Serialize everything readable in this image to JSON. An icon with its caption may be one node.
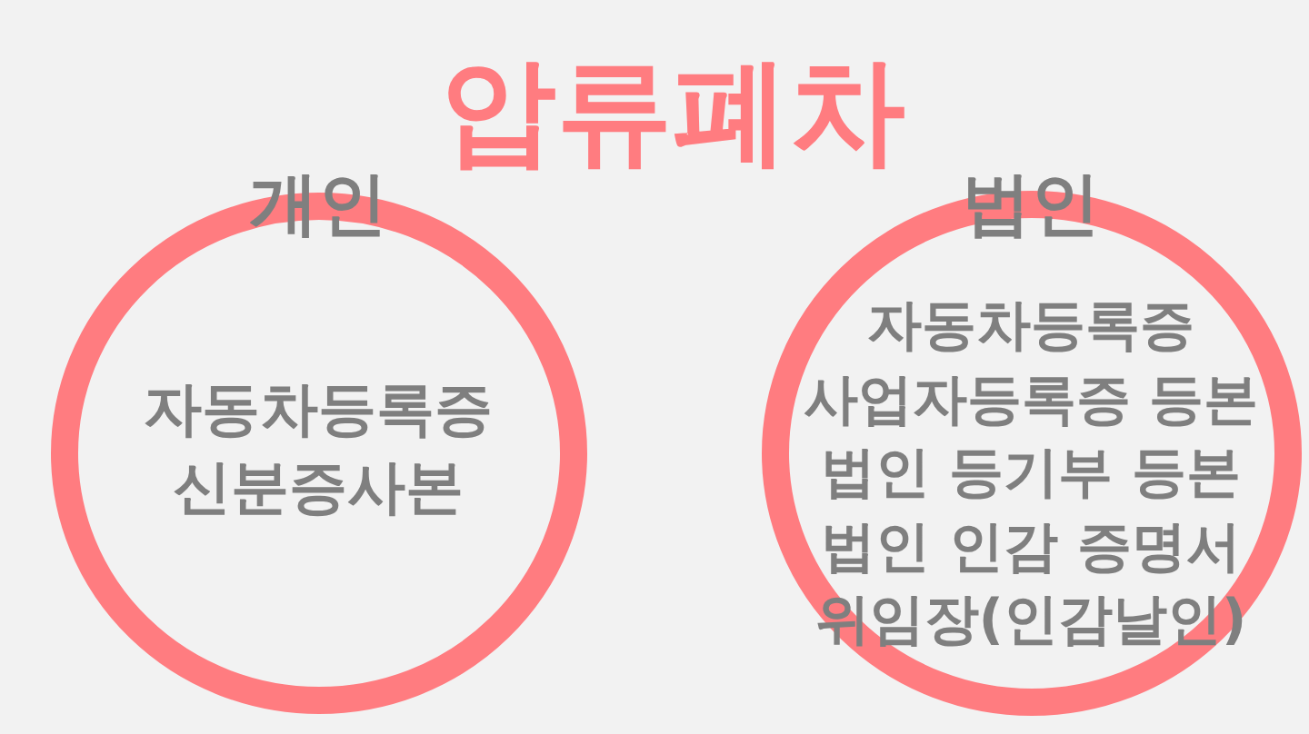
{
  "diagram": {
    "title": "압류폐차",
    "nodes": [
      {
        "text": [
          "개인",
          "자동차등록증",
          "신분증사본"
        ]
      },
      {
        "text": [
          "법인",
          "자동차등록증",
          "사업자등록증 등본",
          "법인 등기부 등본",
          "법인 인감 증명서",
          "위임장(인감날인)"
        ]
      }
    ]
  }
}
